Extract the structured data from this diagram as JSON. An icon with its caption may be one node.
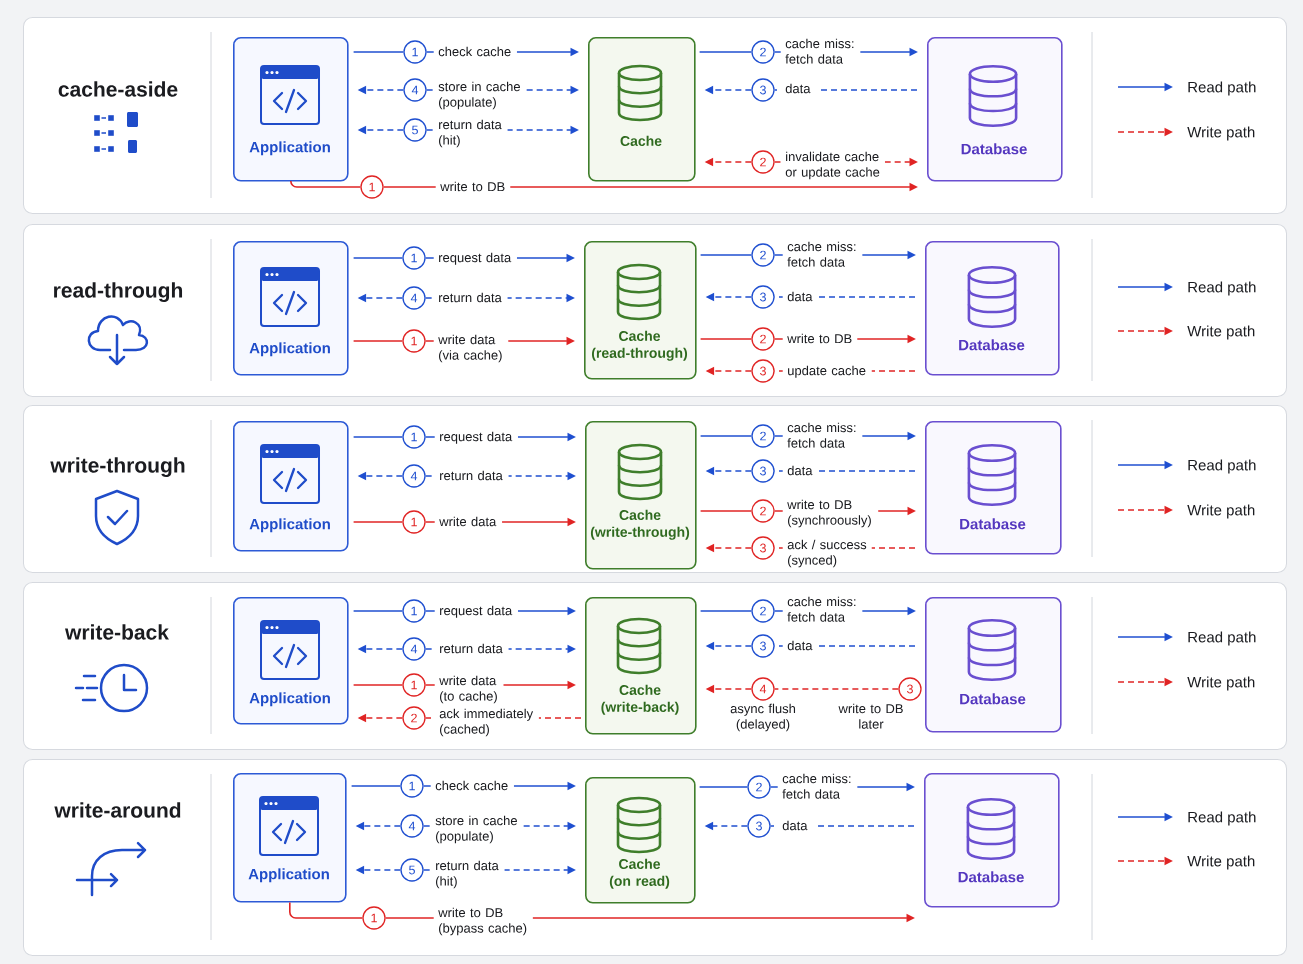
{
  "diagram": {
    "nodes": [
      {
        "text": [
          "cache-aside"
        ]
      },
      {
        "text": [
          "Application"
        ],
        "in": 0
      },
      {
        "text": [
          "Cache"
        ],
        "in": 0
      },
      {
        "text": [
          "Database"
        ],
        "in": 0
      },
      {
        "text": [
          "1"
        ],
        "in": 0
      },
      {
        "text": [
          "4"
        ],
        "in": 0
      },
      {
        "text": [
          "5"
        ],
        "in": 0
      },
      {
        "text": [
          "1"
        ],
        "in": 0
      },
      {
        "text": [
          "2"
        ],
        "in": 0
      },
      {
        "text": [
          "3"
        ],
        "in": 0
      },
      {
        "text": [
          "2"
        ],
        "in": 0
      },
      {
        "text": [
          "read-through"
        ]
      },
      {
        "text": [
          "Application"
        ],
        "in": 11
      },
      {
        "text": [
          "Cache (read-through)"
        ],
        "in": 11
      },
      {
        "text": [
          "Database"
        ],
        "in": 11
      },
      {
        "text": [
          "1"
        ],
        "in": 11
      },
      {
        "text": [
          "4"
        ],
        "in": 11
      },
      {
        "text": [
          "1"
        ],
        "in": 11
      },
      {
        "text": [
          "2"
        ],
        "in": 11
      },
      {
        "text": [
          "3"
        ],
        "in": 11
      },
      {
        "text": [
          "2"
        ],
        "in": 11
      },
      {
        "text": [
          "3"
        ],
        "in": 11
      },
      {
        "text": [
          "write-through"
        ]
      },
      {
        "text": [
          "Application"
        ],
        "in": 22
      },
      {
        "text": [
          "Cache (write-through)"
        ],
        "in": 22
      },
      {
        "text": [
          "Database"
        ],
        "in": 22
      },
      {
        "text": [
          "1"
        ],
        "in": 22
      },
      {
        "text": [
          "4"
        ],
        "in": 22
      },
      {
        "text": [
          "1"
        ],
        "in": 22
      },
      {
        "text": [
          "2"
        ],
        "in": 22
      },
      {
        "text": [
          "3"
        ],
        "in": 22
      },
      {
        "text": [
          "2"
        ],
        "in": 22
      },
      {
        "text": [
          "3"
        ],
        "in": 22
      },
      {
        "text": [
          "write-back"
        ]
      },
      {
        "text": [
          "Application"
        ],
        "in": 33
      },
      {
        "text": [
          "Cache (write-back)"
        ],
        "in": 33
      },
      {
        "text": [
          "Database"
        ],
        "in": 33
      },
      {
        "text": [
          "1"
        ],
        "in": 33
      },
      {
        "text": [
          "4"
        ],
        "in": 33
      },
      {
        "text": [
          "1"
        ],
        "in": 33
      },
      {
        "text": [
          "2"
        ],
        "in": 33
      },
      {
        "text": [
          "2"
        ],
        "in": 33
      },
      {
        "text": [
          "3"
        ],
        "in": 33
      },
      {
        "text": [
          "4"
        ],
        "in": 33,
        "beside": [
          "async flush (delayed)"
        ]
      },
      {
        "text": [
          "3"
        ],
        "in": 33,
        "beside": [
          "write to DB later"
        ]
      },
      {
        "text": [
          "write-around"
        ]
      },
      {
        "text": [
          "Application"
        ],
        "in": 45
      },
      {
        "text": [
          "Cache (on read)"
        ],
        "in": 45
      },
      {
        "text": [
          "Database"
        ],
        "in": 45
      },
      {
        "text": [
          "1"
        ],
        "in": 45
      },
      {
        "text": [
          "4"
        ],
        "in": 45
      },
      {
        "text": [
          "5"
        ],
        "in": 45
      },
      {
        "text": [
          "1"
        ],
        "in": 45
      },
      {
        "text": [
          "2"
        ],
        "in": 45
      },
      {
        "text": [
          "3"
        ],
        "in": 45
      }
    ],
    "edges": [
      {
        "from": 1,
        "to": 4,
        "arrow": "none"
      },
      {
        "from": 4,
        "to": 2,
        "arrow": "to",
        "label": "check cache"
      },
      {
        "from": 5,
        "to": 1,
        "arrow": "to",
        "style": "dashed"
      },
      {
        "from": 5,
        "to": 2,
        "arrow": "to",
        "style": "dashed",
        "label": "store in cache (populate)"
      },
      {
        "from": 6,
        "to": 1,
        "arrow": "to",
        "style": "dashed"
      },
      {
        "from": 6,
        "to": 2,
        "arrow": "to",
        "style": "dashed",
        "label": "return data (hit)"
      },
      {
        "from": 1,
        "to": 7,
        "arrow": "none",
        "color": "#e02424"
      },
      {
        "from": 7,
        "to": 3,
        "arrow": "to",
        "color": "#e02424",
        "label": "write to DB"
      },
      {
        "from": 2,
        "to": 8,
        "arrow": "none"
      },
      {
        "from": 8,
        "to": 3,
        "arrow": "to",
        "label": "cache miss: fetch data"
      },
      {
        "from": 3,
        "to": 9,
        "arrow": "none",
        "style": "dashed",
        "label": "data"
      },
      {
        "from": 9,
        "to": 2,
        "arrow": "to",
        "style": "dashed"
      },
      {
        "from": 10,
        "to": 2,
        "arrow": "to",
        "style": "dashed",
        "color": "#e02424"
      },
      {
        "from": 10,
        "to": 3,
        "arrow": "to",
        "style": "dashed",
        "color": "#e02424",
        "label": "invalidate cache or update cache"
      },
      {
        "from": 12,
        "to": 15,
        "arrow": "none"
      },
      {
        "from": 15,
        "to": 13,
        "arrow": "to",
        "label": "request data"
      },
      {
        "from": 16,
        "to": 12,
        "arrow": "to",
        "style": "dashed"
      },
      {
        "from": 16,
        "to": 13,
        "arrow": "to",
        "style": "dashed",
        "label": "return data"
      },
      {
        "from": 12,
        "to": 17,
        "arrow": "none",
        "color": "#e02424"
      },
      {
        "from": 17,
        "to": 13,
        "arrow": "to",
        "color": "#e02424",
        "label": "write data (via cache)"
      },
      {
        "from": 13,
        "to": 18,
        "arrow": "none"
      },
      {
        "from": 18,
        "to": 14,
        "arrow": "to",
        "label": "cache miss: fetch data"
      },
      {
        "from": 14,
        "to": 19,
        "arrow": "none",
        "style": "dashed",
        "label": "data"
      },
      {
        "from": 19,
        "to": 13,
        "arrow": "to",
        "style": "dashed"
      },
      {
        "from": 13,
        "to": 20,
        "arrow": "none",
        "color": "#e02424"
      },
      {
        "from": 20,
        "to": 14,
        "arrow": "to",
        "color": "#e02424",
        "label": "write to DB"
      },
      {
        "from": 14,
        "to": 21,
        "arrow": "none",
        "style": "dashed",
        "color": "#e02424",
        "label": "update cache"
      },
      {
        "from": 21,
        "to": 13,
        "arrow": "to",
        "style": "dashed",
        "color": "#e02424"
      },
      {
        "from": 23,
        "to": 26,
        "arrow": "none"
      },
      {
        "from": 26,
        "to": 24,
        "arrow": "to",
        "label": "request data"
      },
      {
        "from": 27,
        "to": 23,
        "arrow": "to",
        "style": "dashed"
      },
      {
        "from": 27,
        "to": 24,
        "arrow": "to",
        "style": "dashed",
        "label": "return data"
      },
      {
        "from": 23,
        "to": 28,
        "arrow": "none",
        "color": "#e02424"
      },
      {
        "from": 28,
        "to": 24,
        "arrow": "to",
        "color": "#e02424",
        "label": "write data"
      },
      {
        "from": 24,
        "to": 29,
        "arrow": "none"
      },
      {
        "from": 29,
        "to": 25,
        "arrow": "to",
        "label": "cache miss: fetch data"
      },
      {
        "from": 25,
        "to": 30,
        "arrow": "none",
        "style": "dashed",
        "label": "data"
      },
      {
        "from": 30,
        "to": 24,
        "arrow": "to",
        "style": "dashed"
      },
      {
        "from": 24,
        "to": 31,
        "arrow": "none",
        "color": "#e02424"
      },
      {
        "from": 31,
        "to": 25,
        "arrow": "to",
        "color": "#e02424",
        "label": "write to DB (synchroously)"
      },
      {
        "from": 25,
        "to": 32,
        "arrow": "none",
        "style": "dashed",
        "color": "#e02424",
        "label": "ack / success (synced)"
      },
      {
        "from": 32,
        "to": 24,
        "arrow": "to",
        "style": "dashed",
        "color": "#e02424"
      },
      {
        "from": 34,
        "to": 37,
        "arrow": "none"
      },
      {
        "from": 37,
        "to": 35,
        "arrow": "to",
        "label": "request data"
      },
      {
        "from": 38,
        "to": 34,
        "arrow": "to",
        "style": "dashed"
      },
      {
        "from": 38,
        "to": 35,
        "arrow": "to",
        "style": "dashed",
        "label": "return data"
      },
      {
        "from": 34,
        "to": 39,
        "arrow": "none",
        "color": "#e02424"
      },
      {
        "from": 39,
        "to": 35,
        "arrow": "to",
        "color": "#e02424",
        "label": "write data (to cache)"
      },
      {
        "from": 35,
        "to": 40,
        "arrow": "none",
        "style": "dashed",
        "color": "#e02424",
        "label": "ack immediately (cached)"
      },
      {
        "from": 40,
        "to": 34,
        "arrow": "to",
        "style": "dashed",
        "color": "#e02424"
      },
      {
        "from": 35,
        "to": 41,
        "arrow": "none"
      },
      {
        "from": 41,
        "to": 36,
        "arrow": "to",
        "label": "cache miss: fetch data"
      },
      {
        "from": 36,
        "to": 42,
        "arrow": "none",
        "style": "dashed",
        "label": "data"
      },
      {
        "from": 42,
        "to": 35,
        "arrow": "to",
        "style": "dashed"
      },
      {
        "from": 44,
        "to": 43,
        "arrow": "none",
        "style": "dashed",
        "color": "#e02424"
      },
      {
        "from": 43,
        "to": 35,
        "arrow": "to",
        "style": "dashed",
        "color": "#e02424"
      },
      {
        "from": 46,
        "to": 49,
        "arrow": "none"
      },
      {
        "from": 49,
        "to": 47,
        "arrow": "to",
        "label": "check cache"
      },
      {
        "from": 50,
        "to": 46,
        "arrow": "to",
        "style": "dashed"
      },
      {
        "from": 50,
        "to": 47,
        "arrow": "to",
        "style": "dashed",
        "label": "store in cache (populate)"
      },
      {
        "from": 51,
        "to": 46,
        "arrow": "to",
        "style": "dashed"
      },
      {
        "from": 51,
        "to": 47,
        "arrow": "to",
        "style": "dashed",
        "label": "return data (hit)"
      },
      {
        "from": 46,
        "to": 52,
        "arrow": "none",
        "color": "#e02424"
      },
      {
        "from": 52,
        "to": 48,
        "arrow": "to",
        "color": "#e02424",
        "label": "write to DB (bypass cache)"
      },
      {
        "from": 47,
        "to": 53,
        "arrow": "none"
      },
      {
        "from": 53,
        "to": 48,
        "arrow": "to",
        "label": "cache miss: fetch data"
      },
      {
        "from": 48,
        "to": 54,
        "arrow": "none",
        "style": "dashed",
        "label": "data"
      },
      {
        "from": 54,
        "to": 47,
        "arrow": "to",
        "style": "dashed"
      }
    ],
    "legend": [
      {
        "text": "Read path"
      },
      {
        "text": "Write path"
      },
      {
        "text": "Read path"
      },
      {
        "text": "Write path"
      },
      {
        "text": "Read path"
      },
      {
        "text": "Write path"
      },
      {
        "text": "Read path"
      },
      {
        "text": "Write path"
      },
      {
        "text": "Read path"
      },
      {
        "text": "Write path"
      }
    ]
  }
}
